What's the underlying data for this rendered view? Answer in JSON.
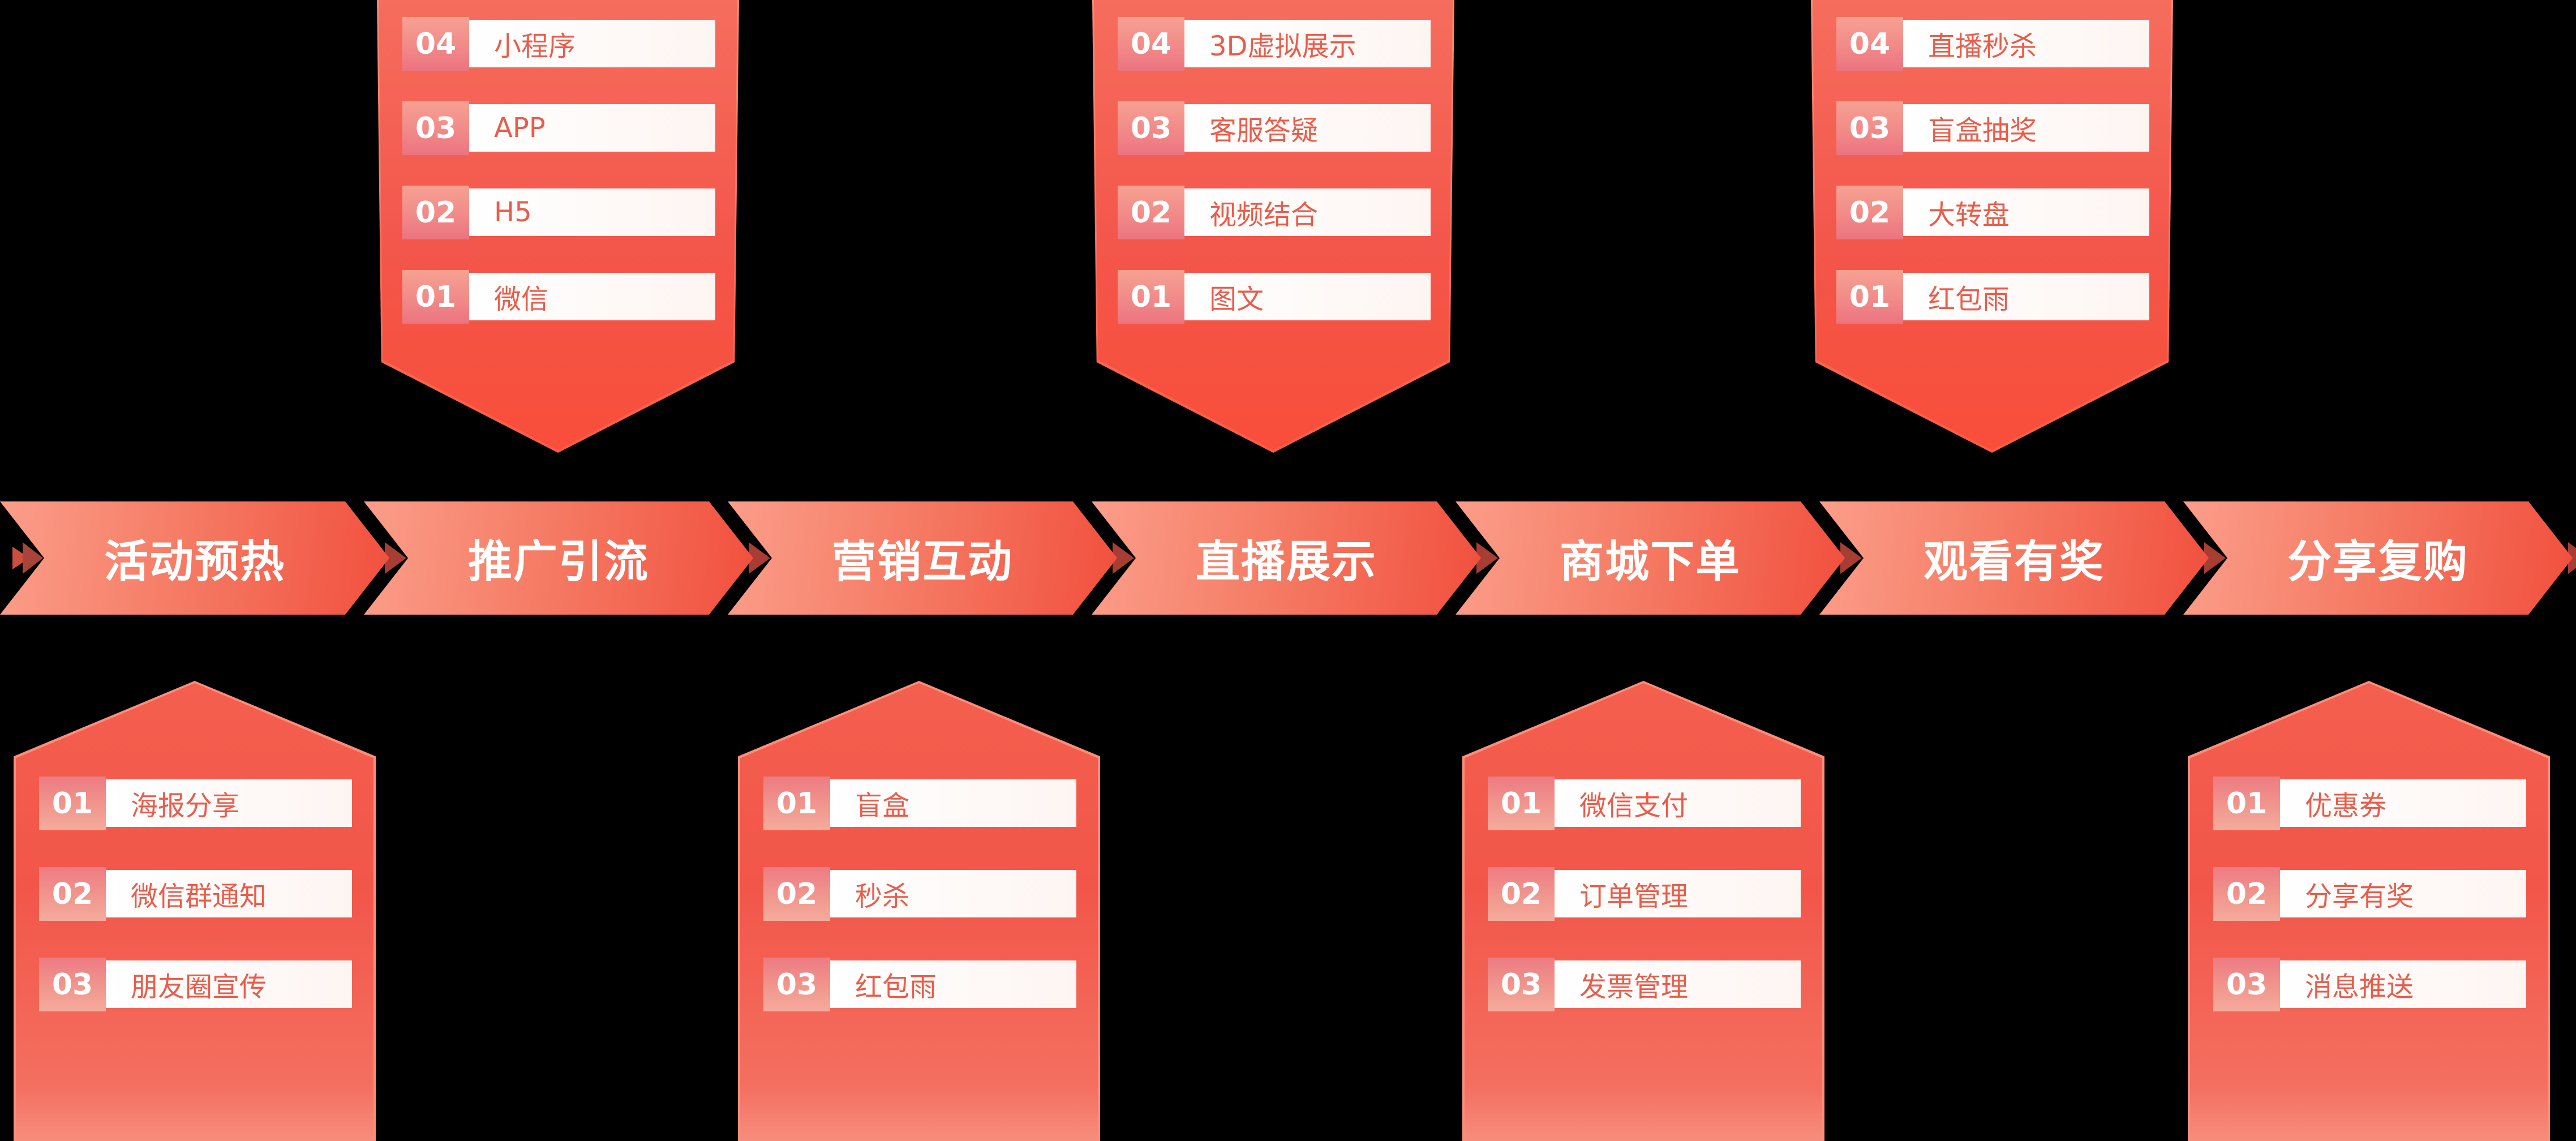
{
  "diagram_title": "livestream-ecommerce-marketing-flow",
  "flow": {
    "steps": [
      {
        "label": "活动预热"
      },
      {
        "label": "推广引流"
      },
      {
        "label": "营销互动"
      },
      {
        "label": "直播展示"
      },
      {
        "label": "商城下单"
      },
      {
        "label": "观看有奖"
      },
      {
        "label": "分享复购"
      }
    ]
  },
  "top_banners": [
    {
      "anchor_step": "推广引流",
      "items": [
        {
          "num": "04",
          "label": "小程序"
        },
        {
          "num": "03",
          "label": "APP"
        },
        {
          "num": "02",
          "label": "H5"
        },
        {
          "num": "01",
          "label": "微信"
        }
      ]
    },
    {
      "anchor_step": "直播展示",
      "items": [
        {
          "num": "04",
          "label": "3D虚拟展示"
        },
        {
          "num": "03",
          "label": "客服答疑"
        },
        {
          "num": "02",
          "label": "视频结合"
        },
        {
          "num": "01",
          "label": "图文"
        }
      ]
    },
    {
      "anchor_step": "观看有奖",
      "items": [
        {
          "num": "04",
          "label": "直播秒杀"
        },
        {
          "num": "03",
          "label": "盲盒抽奖"
        },
        {
          "num": "02",
          "label": "大转盘"
        },
        {
          "num": "01",
          "label": "红包雨"
        }
      ]
    }
  ],
  "bottom_banners": [
    {
      "anchor_step": "活动预热",
      "items": [
        {
          "num": "01",
          "label": "海报分享"
        },
        {
          "num": "02",
          "label": "微信群通知"
        },
        {
          "num": "03",
          "label": "朋友圈宣传"
        }
      ]
    },
    {
      "anchor_step": "营销互动",
      "items": [
        {
          "num": "01",
          "label": "盲盒"
        },
        {
          "num": "02",
          "label": "秒杀"
        },
        {
          "num": "03",
          "label": "红包雨"
        }
      ]
    },
    {
      "anchor_step": "商城下单",
      "items": [
        {
          "num": "01",
          "label": "微信支付"
        },
        {
          "num": "02",
          "label": "订单管理"
        },
        {
          "num": "03",
          "label": "发票管理"
        }
      ]
    },
    {
      "anchor_step": "分享复购",
      "items": [
        {
          "num": "01",
          "label": "优惠券"
        },
        {
          "num": "02",
          "label": "分享有奖"
        },
        {
          "num": "03",
          "label": "消息推送"
        }
      ]
    }
  ],
  "colors": {
    "background": "#000000",
    "chevron_gradient_start": "#fb9e8a",
    "chevron_gradient_end": "#f1503e",
    "chevron_text": "#ffffff",
    "chevron_tip_accent": "#fa3a22",
    "chevron_tip_shadow": "#a83d33",
    "banner_body": "#f3564a",
    "banner_point_bright": "#f94e3a",
    "banner_edge_highlight": "#fc8d7a",
    "number_chip_top": "#f6a192",
    "number_chip_bottom": "#ec7380",
    "item_bar_background": "#ffffff",
    "item_bar_text": "#ea5c4a",
    "number_text": "#ffffff"
  }
}
